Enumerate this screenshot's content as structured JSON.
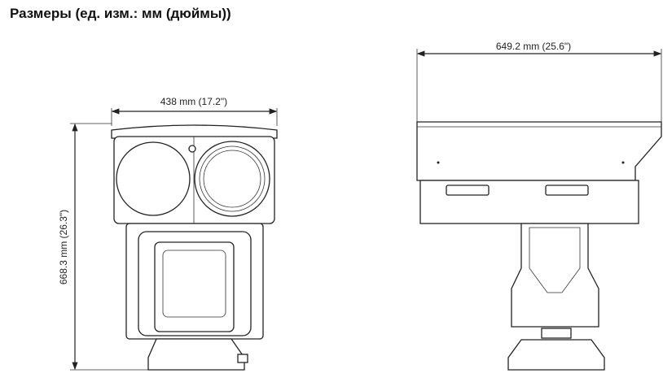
{
  "title": "Размеры (ед. изм.: мм (дюймы))",
  "front_view": {
    "width_label": "438 mm (17.2\")",
    "height_label": "668.3 mm (26.3\")"
  },
  "side_view": {
    "length_label": "649.2 mm (25.6\")"
  }
}
